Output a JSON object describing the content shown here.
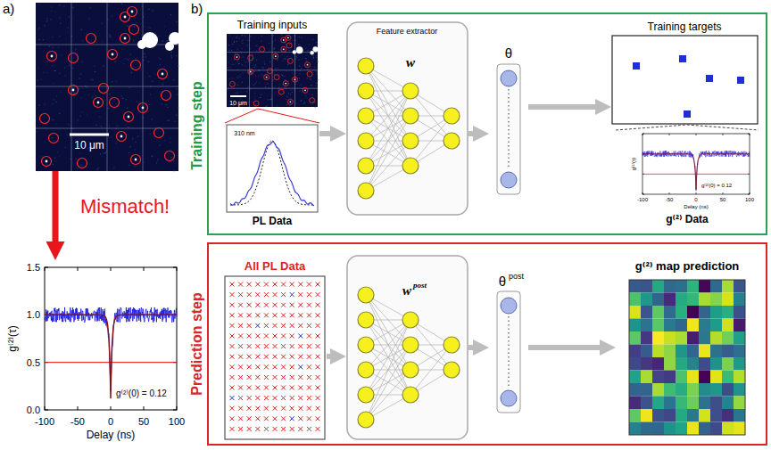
{
  "diagram": {
    "nodes": [
      {
        "text": [
          "10 μm"
        ]
      },
      {
        "text": [
          "1.5",
          "1.0",
          "0.5",
          "0.0",
          "-100",
          "-50",
          "0",
          "50",
          "100",
          "g⁽²⁾(τ)",
          "Delay (ns)",
          "g⁽²⁾(0) = 0.12"
        ]
      },
      {
        "text": [
          "Training step"
        ]
      },
      {
        "text": [
          "Training inputs",
          "10 μm"
        ],
        "in": 2
      },
      {
        "text": [
          "310 nm",
          "PL Data"
        ],
        "in": 2
      },
      {
        "text": [
          "Feature extractor",
          "w"
        ],
        "in": 2
      },
      {
        "text": [
          "θ"
        ],
        "in": 2
      },
      {
        "text": [
          "Training targets"
        ],
        "in": 2
      },
      {
        "text": [
          "-100",
          "-50",
          "0",
          "50",
          "100",
          "g⁽²⁾(τ)",
          "Delay (ns)",
          "g⁽²⁾(0) = 0.12",
          "g⁽²⁾ Data"
        ],
        "in": 2
      },
      {
        "text": [
          "Prediction step"
        ]
      },
      {
        "text": [
          "All PL Data"
        ],
        "in": 9
      },
      {
        "text": [
          "w",
          "post"
        ],
        "in": 9
      },
      {
        "text": [
          "θ",
          "post"
        ],
        "in": 9
      },
      {
        "text": [
          "g⁽²⁾ map prediction"
        ],
        "in": 9
      }
    ],
    "edges": [
      {
        "from": 0,
        "to": 1,
        "arrow": "to",
        "label": "Mismatch!"
      },
      {
        "from": 3,
        "to": 4,
        "arrow": "none"
      },
      {
        "from": 4,
        "to": 5,
        "arrow": "to"
      },
      {
        "from": 5,
        "to": 6,
        "arrow": "to"
      },
      {
        "from": 6,
        "to": 7,
        "arrow": "to"
      },
      {
        "from": 7,
        "to": 8,
        "arrow": "none"
      },
      {
        "from": 10,
        "to": 11,
        "arrow": "to"
      },
      {
        "from": 11,
        "to": 12,
        "arrow": "to"
      },
      {
        "from": 12,
        "to": 13,
        "arrow": "to"
      }
    ],
    "labels": [
      "a)",
      "b)"
    ]
  }
}
